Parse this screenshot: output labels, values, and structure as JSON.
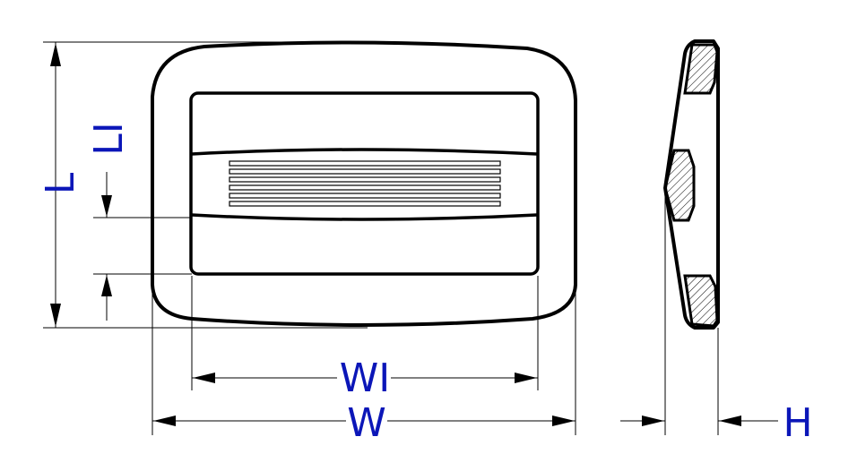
{
  "labels": {
    "L": "L",
    "Li": "LI",
    "W": "W",
    "Wi": "WI",
    "H": "H"
  },
  "colors": {
    "label": "#0b16b8",
    "line": "#000000",
    "background": "#ffffff"
  }
}
